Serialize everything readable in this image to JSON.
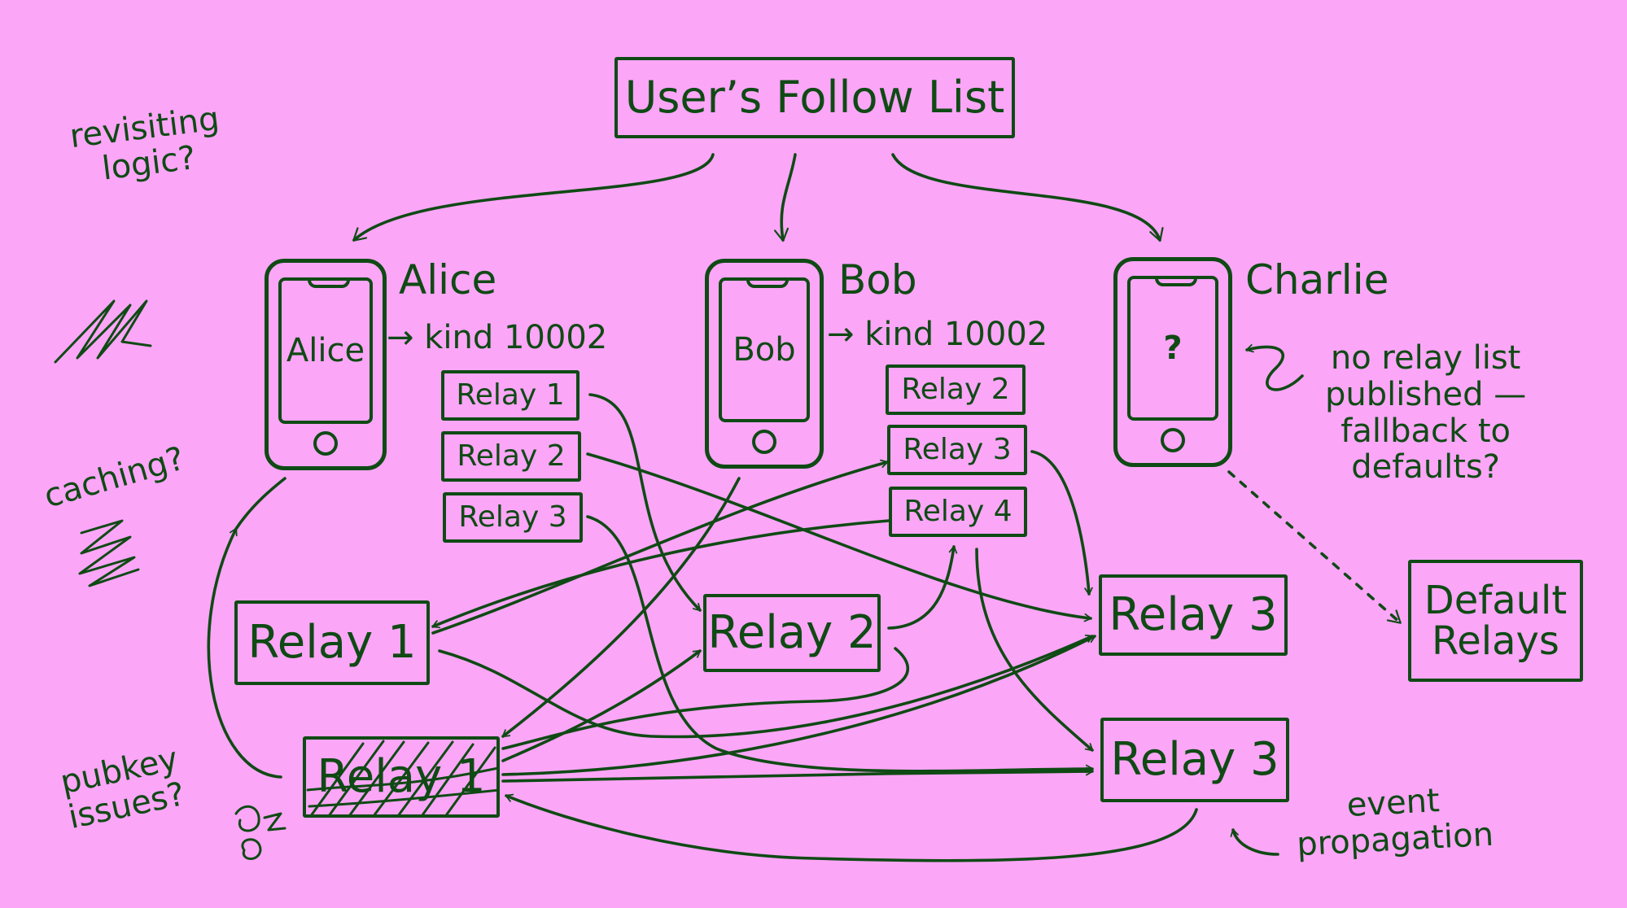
{
  "title": "User’s Follow List",
  "users": [
    {
      "name": "Alice",
      "screen": "Alice",
      "kind": "→ kind 10002",
      "relays": [
        "Relay 1",
        "Relay 2",
        "Relay 3"
      ]
    },
    {
      "name": "Bob",
      "screen": "Bob",
      "kind": "→ kind 10002",
      "relays": [
        "Relay 2",
        "Relay 3",
        "Relay 4"
      ]
    },
    {
      "name": "Charlie",
      "screen": "?"
    }
  ],
  "charlie_note": [
    "no relay list",
    "published —",
    "fallback to",
    "defaults?"
  ],
  "default_relays": [
    "Default",
    "Relays"
  ],
  "servers": [
    "Relay 1",
    "Relay 2",
    "Relay 3",
    "Relay 3",
    "Relay 1"
  ],
  "side_notes": {
    "revisiting": [
      "revisiting",
      "logic?"
    ],
    "caching": "caching?",
    "pubkey": [
      "pubkey",
      "issues?"
    ]
  },
  "event_note": [
    "event",
    "propagation"
  ],
  "colors": {
    "background": "#fca6f8",
    "ink": "#0f4a14"
  }
}
